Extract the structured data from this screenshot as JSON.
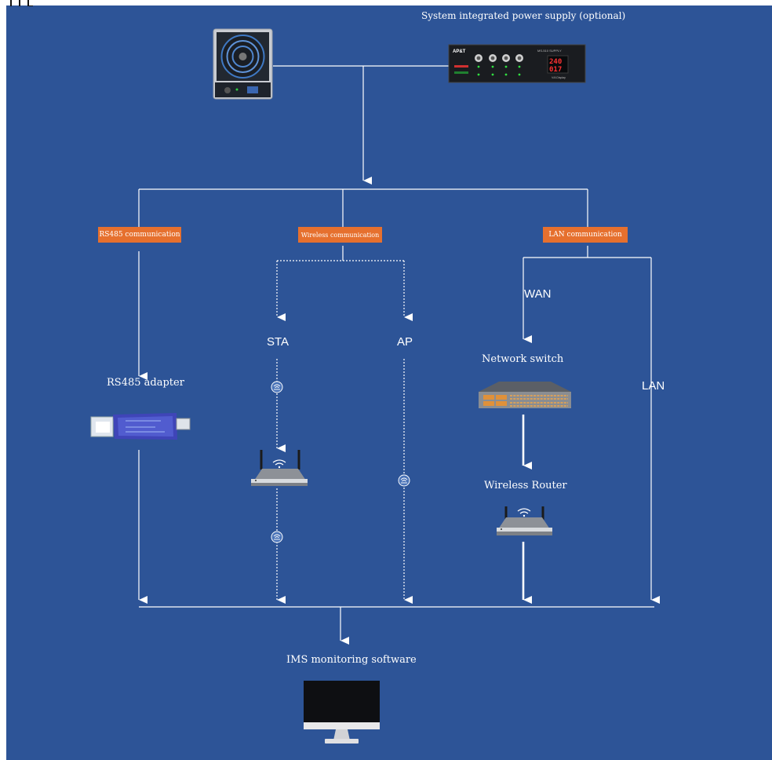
{
  "power_supply_title": "System integrated power supply (optional)",
  "power_supply_display": {
    "brand": "AP&T",
    "model": "MS-510 SUPPLY",
    "voltage_reading": "240",
    "current_reading": "017",
    "display_label": "V/A Display"
  },
  "branches": {
    "rs485": {
      "label": "RS485 communication"
    },
    "wireless": {
      "label": "Wireless communication"
    },
    "lan": {
      "label": "LAN communication"
    }
  },
  "nodes": {
    "sta": "STA",
    "ap": "AP",
    "wan": "WAN",
    "lan": "LAN",
    "network_switch": "Network switch",
    "rs485_adapter": "RS485 adapter",
    "wireless_router": "Wireless Router",
    "ims_software": "IMS monitoring software"
  },
  "colors": {
    "background": "#2d5497",
    "label_badge": "#e6702e",
    "line": "#ffffff"
  }
}
